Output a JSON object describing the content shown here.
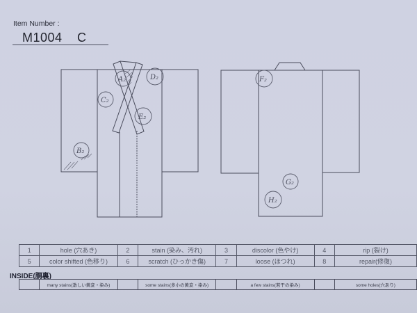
{
  "header": {
    "item_number_label": "Item Number :",
    "item_number_value": "M1004  C"
  },
  "diagrams": {
    "front": {
      "name": "kimono-front",
      "marks": [
        {
          "id": "A2",
          "label": "A₂",
          "note": "collar area, hatched"
        },
        {
          "id": "B2",
          "label": "B₂",
          "note": "left sleeve bottom, hatched"
        },
        {
          "id": "C2",
          "label": "C₂",
          "note": "left front panel"
        },
        {
          "id": "D2",
          "label": "D₂",
          "note": "right shoulder"
        },
        {
          "id": "E2",
          "label": "E₂",
          "note": "collar lower right"
        }
      ]
    },
    "back": {
      "name": "kimono-back",
      "marks": [
        {
          "id": "F2",
          "label": "F₂",
          "note": "upper left shoulder seam"
        },
        {
          "id": "G2",
          "label": "G₂",
          "note": "lower body"
        },
        {
          "id": "H2",
          "label": "H₂",
          "note": "lower body"
        }
      ]
    }
  },
  "legend": {
    "rows": [
      [
        {
          "num": "1",
          "label": "hole (穴あき)"
        },
        {
          "num": "2",
          "label": "stain (染み、汚れ)"
        },
        {
          "num": "3",
          "label": "discolor (色やけ)"
        },
        {
          "num": "4",
          "label": "rip (裂け)"
        }
      ],
      [
        {
          "num": "5",
          "label": "color shifted (色移り)"
        },
        {
          "num": "6",
          "label": "scratch (ひっかき傷)"
        },
        {
          "num": "7",
          "label": "loose (ほつれ)"
        },
        {
          "num": "8",
          "label": "repair(修復)"
        }
      ]
    ]
  },
  "inside": {
    "title": "INSIDE(胴裏)",
    "options": [
      {
        "label": "many stains(激しい黄変・染み)",
        "checked": false
      },
      {
        "label": "some stains(多小の黄変・染み)",
        "checked": false
      },
      {
        "label": "a few stains(若干の染み)",
        "checked": false
      },
      {
        "label": "some holes(穴あり)",
        "checked": false
      }
    ]
  },
  "colors": {
    "paper": "#d0d3e2",
    "line": "#4a4c5c",
    "pencil": "#5a5c6c"
  }
}
